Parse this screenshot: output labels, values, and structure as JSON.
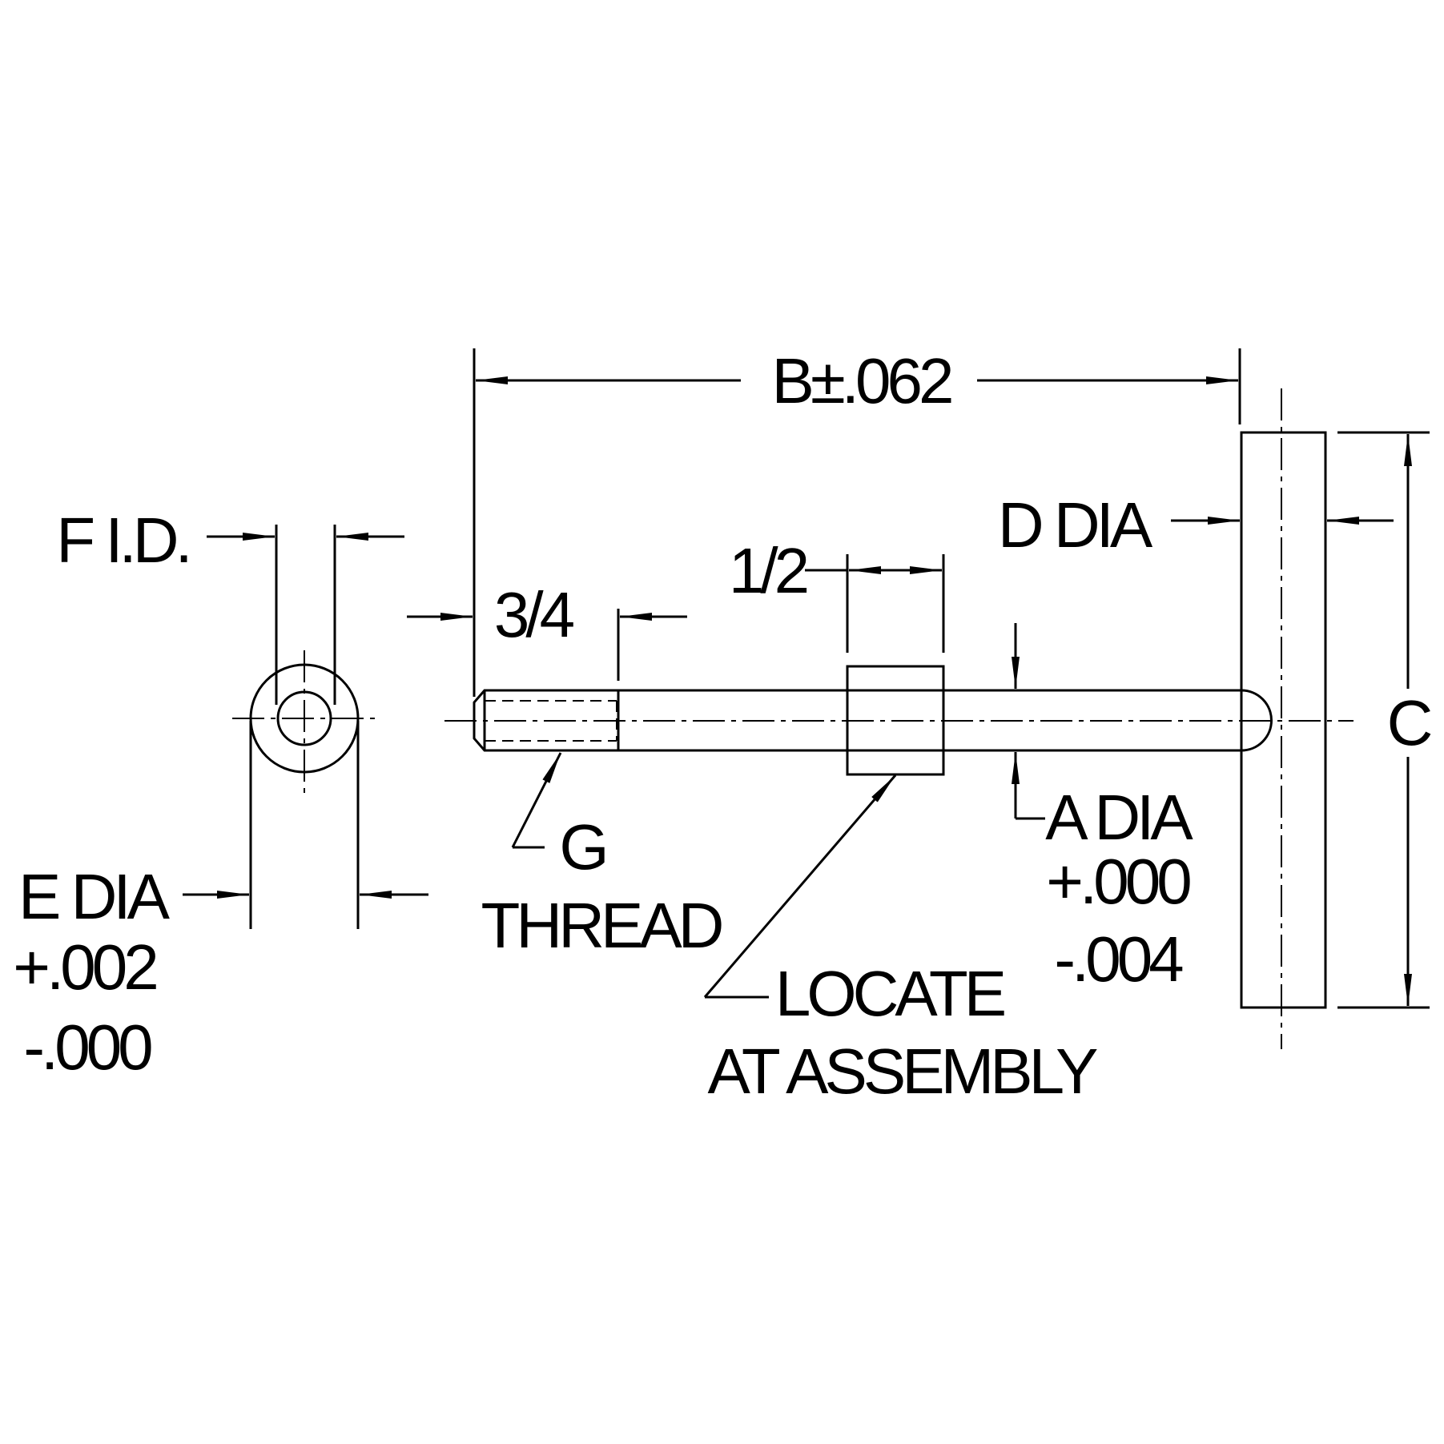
{
  "labels": {
    "b": "B±.062",
    "f": "F I.D.",
    "three_quarter": "3/4",
    "half": "1/2",
    "d": "D DIA",
    "c": "C",
    "a": "A DIA",
    "a_plus": "+.000",
    "a_minus": "-.004",
    "e": "E DIA",
    "e_plus": "+.002",
    "e_minus": "-.000",
    "g": "G",
    "thread": "THREAD",
    "locate": "LOCATE",
    "assembly": "AT ASSEMBLY"
  }
}
